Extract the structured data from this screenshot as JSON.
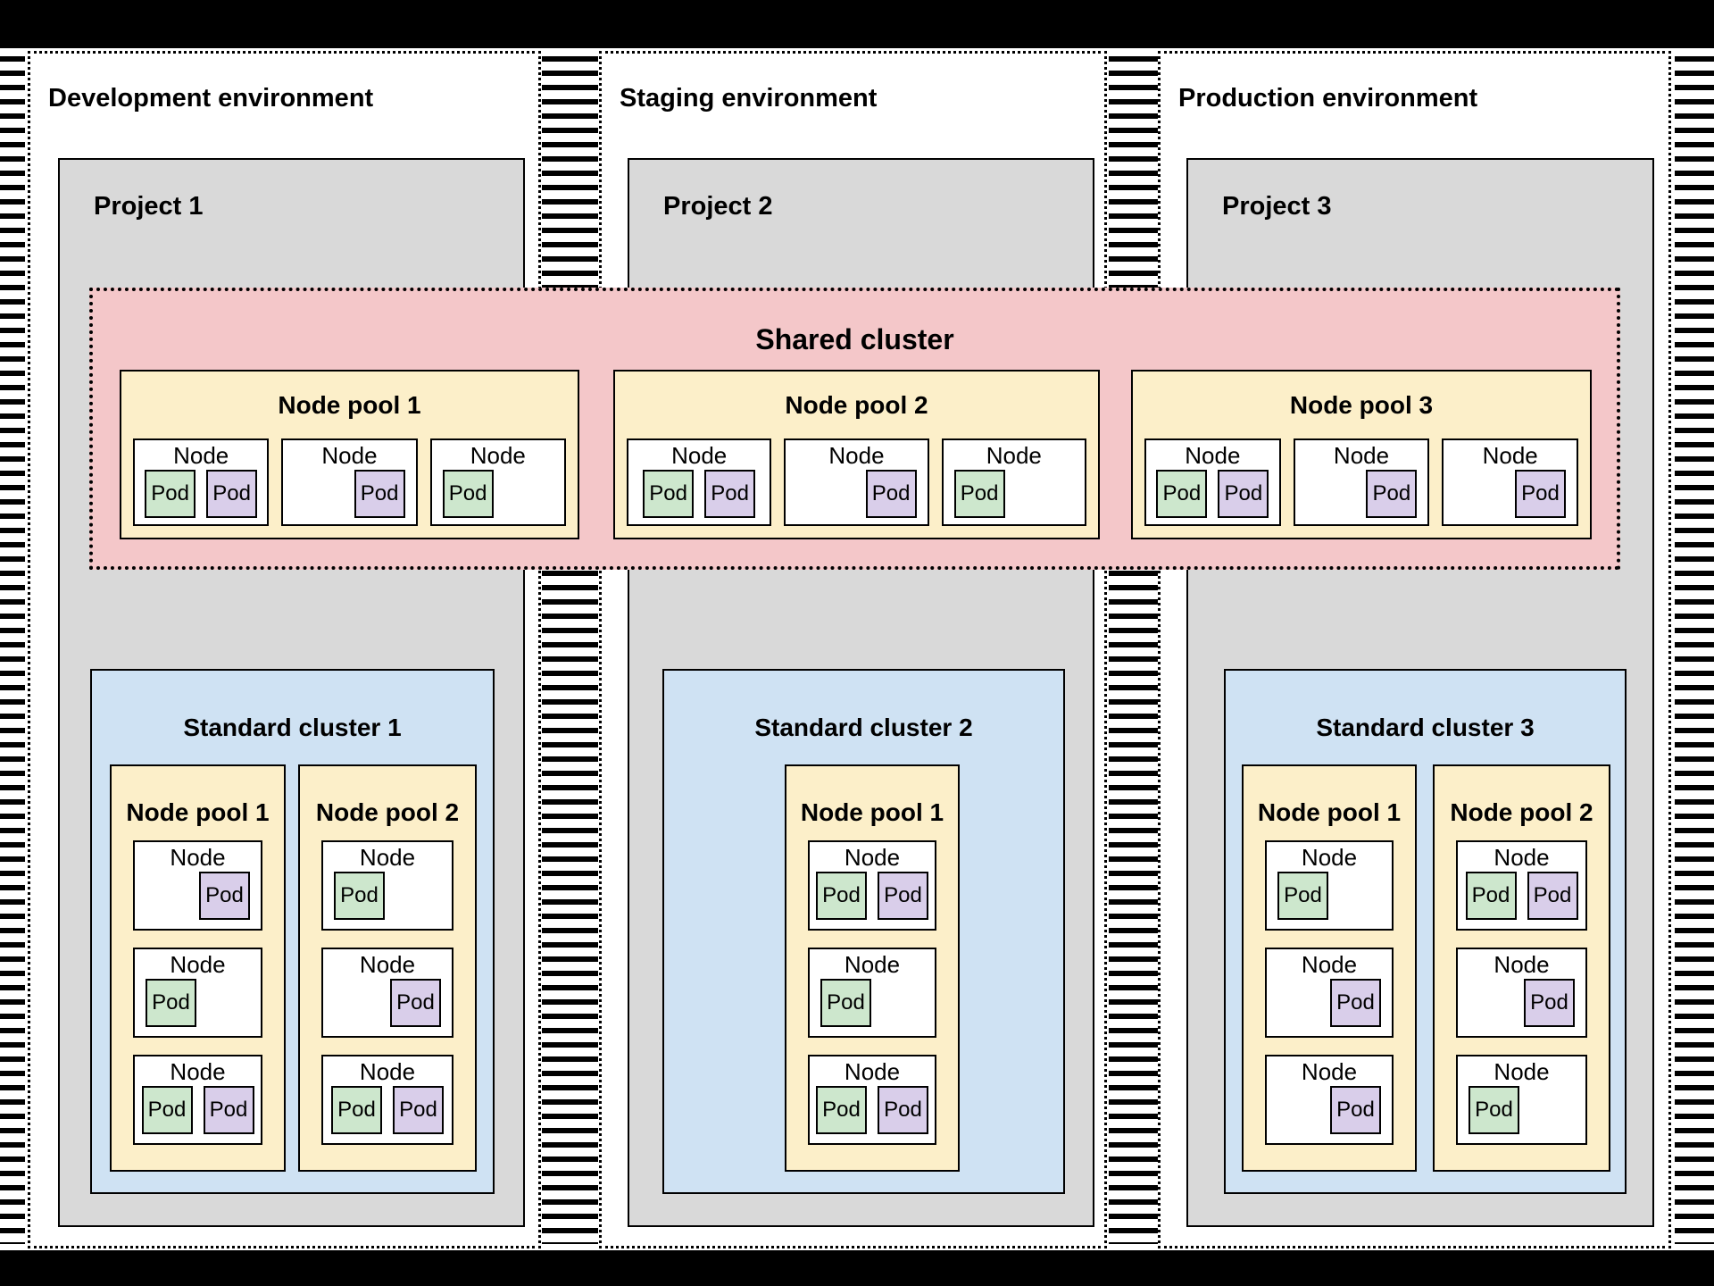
{
  "labels": {
    "node": "Node",
    "pod": "Pod"
  },
  "colors": {
    "frame": "#000000",
    "project_fill": "#D9D9D9",
    "shared_cluster_fill": "#F4C7C9",
    "standard_cluster_fill": "#CFE2F3",
    "node_pool_fill": "#FCEFC9",
    "node_fill": "#FFFFFF",
    "pod_green": "#CDE7CD",
    "pod_purple": "#D9CEEA"
  },
  "shared_cluster": {
    "label": "Shared cluster",
    "node_pools": [
      {
        "label": "Node pool 1",
        "nodes": [
          {
            "pods": [
              "green",
              "purple"
            ]
          },
          {
            "pods": [
              "purple"
            ]
          },
          {
            "pods": [
              "green"
            ]
          }
        ]
      },
      {
        "label": "Node pool 2",
        "nodes": [
          {
            "pods": [
              "green",
              "purple"
            ]
          },
          {
            "pods": [
              "purple"
            ]
          },
          {
            "pods": [
              "green"
            ]
          }
        ]
      },
      {
        "label": "Node pool 3",
        "nodes": [
          {
            "pods": [
              "green",
              "purple"
            ]
          },
          {
            "pods": [
              "purple"
            ]
          },
          {
            "pods": [
              "purple"
            ]
          }
        ]
      }
    ]
  },
  "environments": [
    {
      "label": "Development environment",
      "project": {
        "label": "Project 1"
      },
      "standard_cluster": {
        "label": "Standard cluster 1",
        "node_pools": [
          {
            "label": "Node pool 1",
            "nodes": [
              {
                "pods": [
                  "purple"
                ]
              },
              {
                "pods": [
                  "green"
                ]
              },
              {
                "pods": [
                  "green",
                  "purple"
                ]
              }
            ]
          },
          {
            "label": "Node pool 2",
            "nodes": [
              {
                "pods": [
                  "green"
                ]
              },
              {
                "pods": [
                  "purple"
                ]
              },
              {
                "pods": [
                  "green",
                  "purple"
                ]
              }
            ]
          }
        ]
      }
    },
    {
      "label": "Staging environment",
      "project": {
        "label": "Project 2"
      },
      "standard_cluster": {
        "label": "Standard cluster 2",
        "node_pools": [
          {
            "label": "Node pool 1",
            "nodes": [
              {
                "pods": [
                  "green",
                  "purple"
                ]
              },
              {
                "pods": [
                  "green"
                ]
              },
              {
                "pods": [
                  "green",
                  "purple"
                ]
              }
            ]
          }
        ]
      }
    },
    {
      "label": "Production environment",
      "project": {
        "label": "Project 3"
      },
      "standard_cluster": {
        "label": "Standard cluster 3",
        "node_pools": [
          {
            "label": "Node pool 1",
            "nodes": [
              {
                "pods": [
                  "green"
                ]
              },
              {
                "pods": [
                  "purple"
                ]
              },
              {
                "pods": [
                  "purple"
                ]
              }
            ]
          },
          {
            "label": "Node pool 2",
            "nodes": [
              {
                "pods": [
                  "green",
                  "purple"
                ]
              },
              {
                "pods": [
                  "purple"
                ]
              },
              {
                "pods": [
                  "green"
                ]
              }
            ]
          }
        ]
      }
    }
  ]
}
